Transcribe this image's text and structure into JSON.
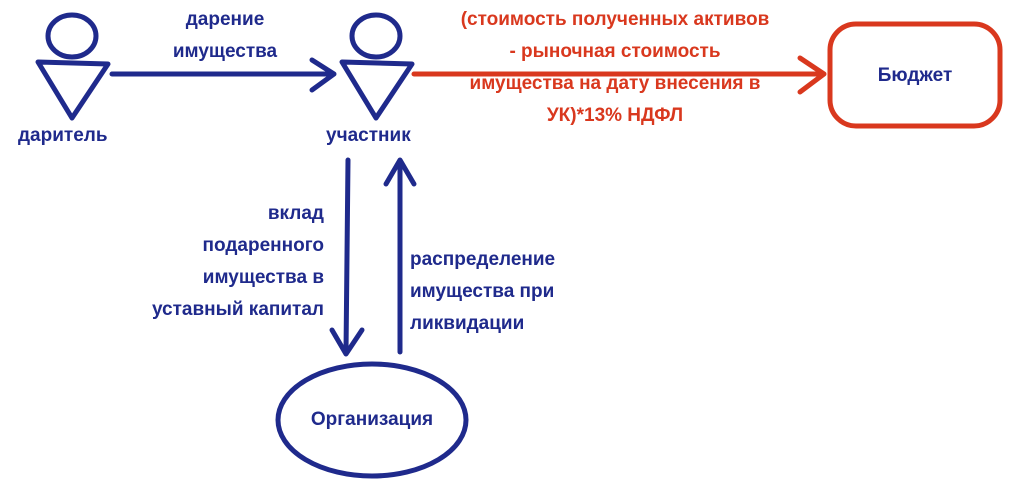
{
  "colors": {
    "blue": "#1f2a8c",
    "red": "#d9381e"
  },
  "nodes": {
    "donor": {
      "label": "даритель",
      "icon": "person-icon"
    },
    "participant": {
      "label": "участник",
      "icon": "person-icon"
    },
    "budget": {
      "label": "Бюджет"
    },
    "organization": {
      "label": "Организация"
    }
  },
  "edges": {
    "gift": {
      "lines": [
        "дарение",
        "имущества"
      ]
    },
    "tax": {
      "lines": [
        "(стоимость полученных активов",
        "- рыночная стоимость",
        "имущества на дату внесения в",
        "УК)*13% НДФЛ"
      ]
    },
    "contribution": {
      "lines": [
        "вклад",
        "подаренного",
        "имущества в",
        "уставный капитал"
      ]
    },
    "distribution": {
      "lines": [
        "распределение",
        "имущества при",
        "ликвидации"
      ]
    }
  }
}
